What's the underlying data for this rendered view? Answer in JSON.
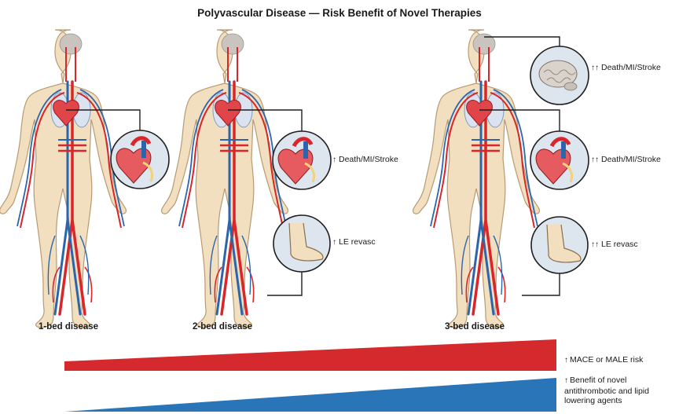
{
  "title": "Polyvascular Disease — Risk Benefit of Novel Therapies",
  "figures": [
    {
      "caption": "1-bed disease"
    },
    {
      "caption": "2-bed disease"
    },
    {
      "caption": "3-bed disease"
    }
  ],
  "callouts": {
    "two_bed_heart": {
      "arrows": "↑",
      "text": "Death/MI/Stroke"
    },
    "two_bed_foot": {
      "arrows": "↑",
      "text": "LE revasc"
    },
    "three_bed_brain": {
      "arrows": "↑↑",
      "text": "Death/MI/Stroke"
    },
    "three_bed_heart": {
      "arrows": "↑↑",
      "text": "Death/MI/Stroke"
    },
    "three_bed_foot": {
      "arrows": "↑↑",
      "text": "LE revasc"
    }
  },
  "legend": {
    "risk": {
      "arrows": "↑",
      "text": "MACE or MALE risk",
      "color": "#d42a2e"
    },
    "benefit": {
      "arrows": "↑",
      "lines": [
        "Benefit of novel",
        "antithrombotic and lipid",
        "lowering agents"
      ],
      "color": "#2a74b8"
    }
  },
  "colors": {
    "skin": "#f2dfc0",
    "artery": "#d8262b",
    "vein": "#2b66ad",
    "skeleton_line": "#222222"
  }
}
